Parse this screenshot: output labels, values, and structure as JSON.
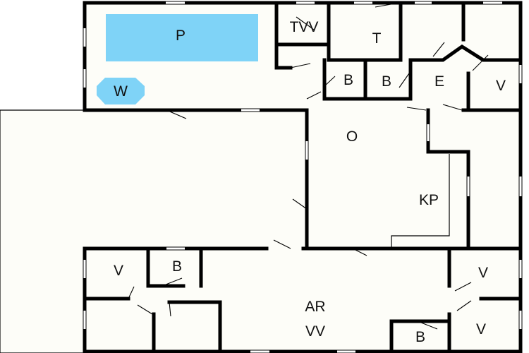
{
  "colors": {
    "background": "#ffffff",
    "floor": "#fdfdf8",
    "wall": "#000000",
    "pool": "#7fd3f7",
    "whirlpool": "#7fd3f7"
  },
  "rooms": {
    "pool": "P",
    "whirlpool": "W",
    "top_small": "TVV",
    "sauna": "T",
    "bath_1": "B",
    "bath_2": "B",
    "entrance": "E",
    "bedroom_top_right": "V",
    "living": "O",
    "kitchen": "KP",
    "bedroom_bottom_left_1": "V",
    "bath_bottom_left": "B",
    "activity_room": "AR",
    "activity_room_tv": "VV",
    "bedroom_bottom_right_1": "V",
    "bedroom_bottom_right_2": "V",
    "bath_bottom_right": "B"
  }
}
